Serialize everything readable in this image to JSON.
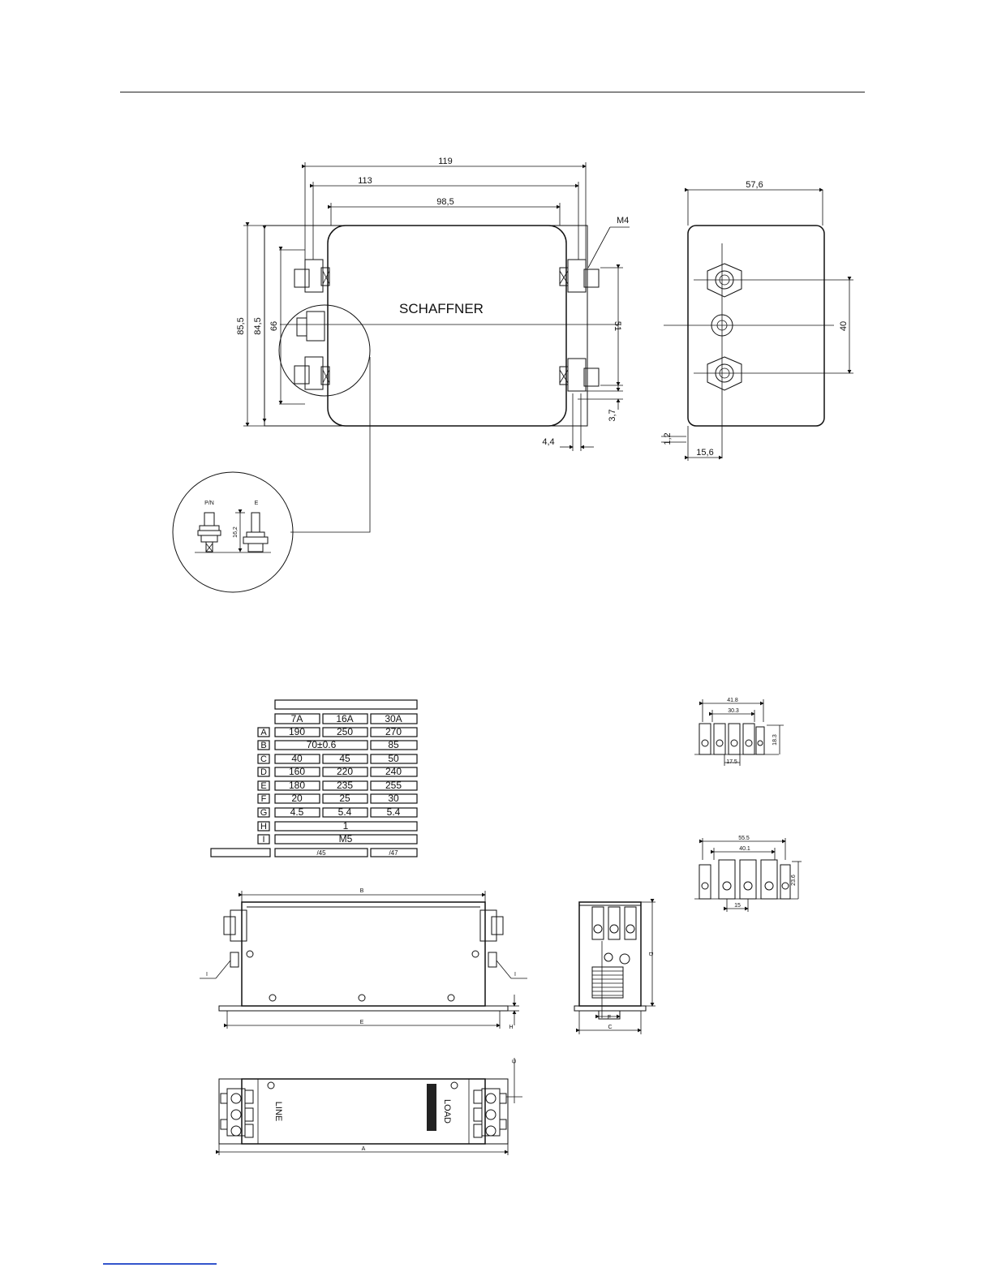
{
  "drawing1": {
    "brand": "SCHAFFNER",
    "dims": {
      "d119": "119",
      "d113": "113",
      "d98_5": "98,5",
      "dM4": "M4",
      "d85_5": "85,5",
      "d84_5": "84,5",
      "d66": "66",
      "d51": "51",
      "d3_7": "3,7",
      "d4_4": "4,4",
      "d57_6": "57,6",
      "d40": "40",
      "d1_2": "1,2",
      "d15_6": "15,6"
    },
    "detail": {
      "label_pn": "P/N",
      "label_e": "E",
      "d16_2": "16,2"
    }
  },
  "table": {
    "columns": [
      "7A",
      "16A",
      "30A"
    ],
    "rows": [
      {
        "key": "A",
        "cells": [
          "190",
          "250",
          "270"
        ]
      },
      {
        "key": "B",
        "cells": [
          "70±0.6",
          "85"
        ]
      },
      {
        "key": "C",
        "cells": [
          "40",
          "45",
          "50"
        ]
      },
      {
        "key": "D",
        "cells": [
          "160",
          "220",
          "240"
        ]
      },
      {
        "key": "E",
        "cells": [
          "180",
          "235",
          "255"
        ]
      },
      {
        "key": "F",
        "cells": [
          "20",
          "25",
          "30"
        ]
      },
      {
        "key": "G",
        "cells": [
          "4.5",
          "5.4",
          "5.4"
        ]
      },
      {
        "key": "H",
        "cells": [
          "1"
        ]
      },
      {
        "key": "I",
        "cells": [
          "M5"
        ]
      }
    ],
    "footer": [
      "/45",
      "/47"
    ]
  },
  "drawing2": {
    "labels": {
      "B": "B",
      "E": "E",
      "I": "I",
      "H": "H",
      "D": "D",
      "C": "C",
      "F": "F",
      "A": "A",
      "G": "G",
      "line": "LINE",
      "load": "LOAD"
    },
    "terminal_small": {
      "d41_8": "41.8",
      "d30_3": "30.3",
      "d17_5": "17.5",
      "d18_3": "18.3"
    },
    "terminal_large": {
      "d55_5": "55.5",
      "d40_1": "40.1",
      "d15": "15",
      "d23_6": "23.6"
    }
  }
}
